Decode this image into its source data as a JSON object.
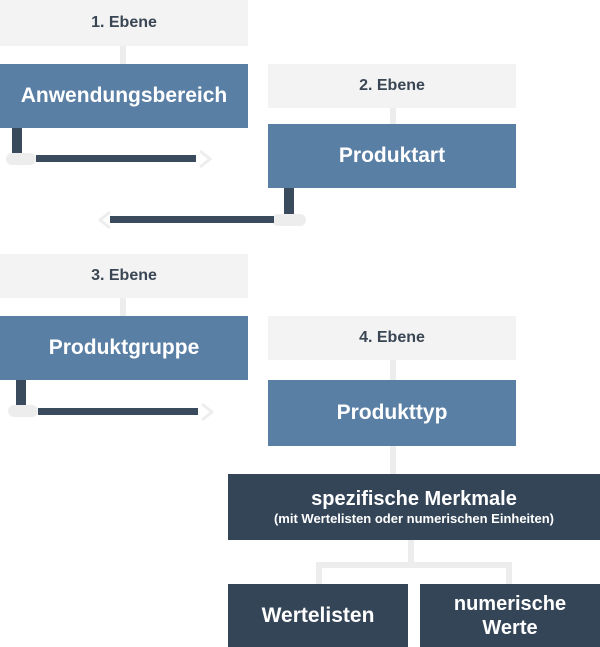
{
  "levels": {
    "l1": {
      "label": "1. Ebene",
      "box": "Anwendungsbereich"
    },
    "l2": {
      "label": "2. Ebene",
      "box": "Produktart"
    },
    "l3": {
      "label": "3. Ebene",
      "box": "Produktgruppe"
    },
    "l4": {
      "label": "4. Ebene",
      "box": "Produkttyp"
    }
  },
  "features": {
    "title": "spezifische Merkmale",
    "subtitle": "(mit Wertelisten oder numerischen Einheiten)"
  },
  "leaves": {
    "wertelisten": "Wertelisten",
    "numerische_line1": "numerische",
    "numerische_line2": "Werte"
  },
  "colors": {
    "level_bg": "#f3f3f3",
    "box_blue": "#5a7fa5",
    "box_dark": "#344558",
    "arrow": "#3a4b5e",
    "connector": "#ededed"
  }
}
